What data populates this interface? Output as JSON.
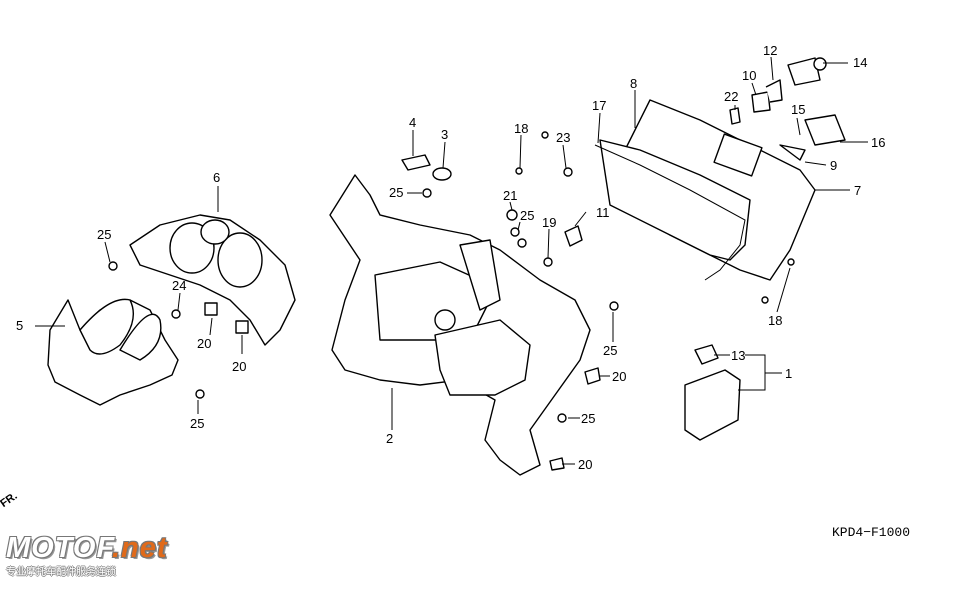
{
  "callouts": {
    "n1": "1",
    "n2": "2",
    "n3": "3",
    "n4": "4",
    "n5": "5",
    "n6": "6",
    "n7": "7",
    "n8": "8",
    "n9": "9",
    "n10": "10",
    "n11": "11",
    "n12": "12",
    "n13": "13",
    "n14": "14",
    "n15": "15",
    "n16": "16",
    "n17": "17",
    "n18": "18",
    "n19": "19",
    "n20": "20",
    "n21": "21",
    "n22": "22",
    "n23": "23",
    "n24": "24",
    "n25": "25"
  },
  "reference_code": "KPD4−F1000",
  "direction_marker": "FR.",
  "watermark": {
    "brand": "MOTOF",
    "dot": ".",
    "suffix": "net",
    "tagline": "专业摩托车配件服务连锁"
  }
}
